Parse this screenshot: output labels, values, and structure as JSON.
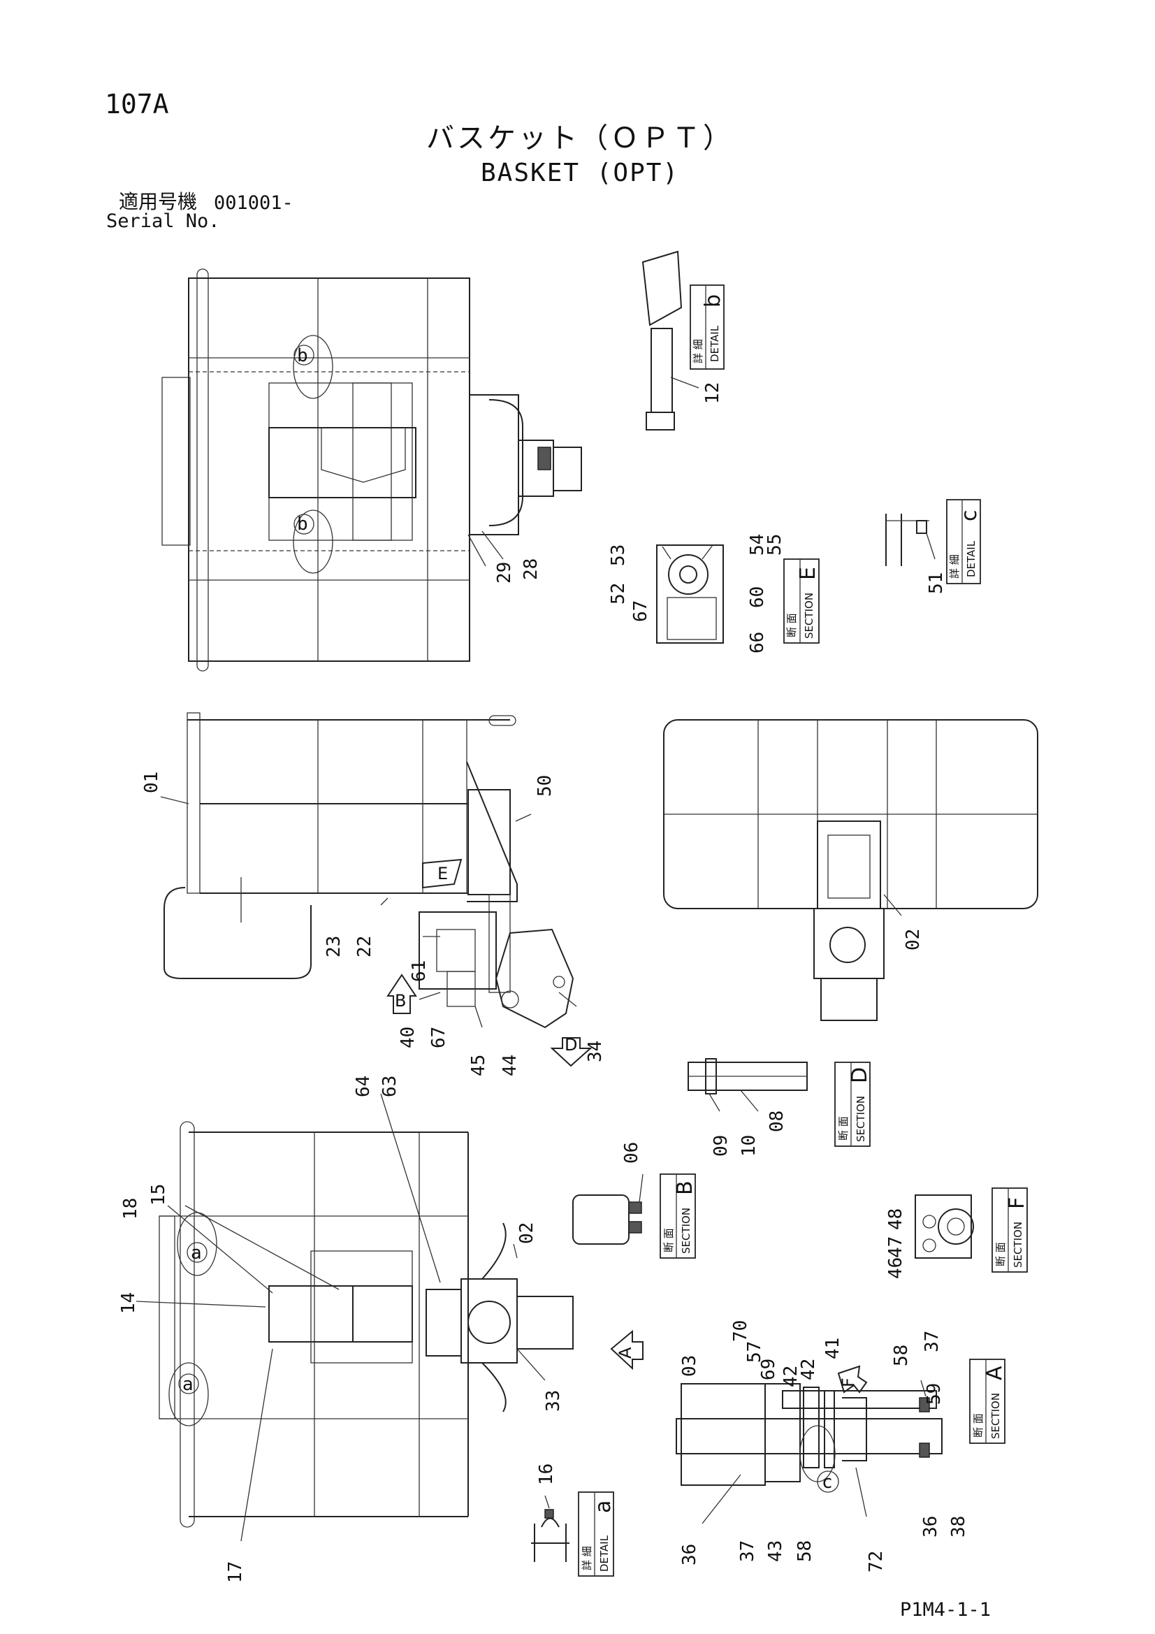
{
  "header": {
    "page_number": "107A",
    "title_jp": "バスケット（ＯＰＴ）",
    "title_en": "BASKET (OPT)",
    "serial_label_jp": "適用号機",
    "serial_value": "001001-",
    "serial_label_en": "Serial No."
  },
  "footer": {
    "code": "P1M4-1-1"
  },
  "views": {
    "detail_b": {
      "kanji": "詳 細",
      "word": "DETAIL",
      "letter": "b",
      "parts": [
        "12"
      ]
    },
    "detail_c": {
      "kanji": "詳 細",
      "word": "DETAIL",
      "letter": "c",
      "parts": [
        "51"
      ]
    },
    "detail_a": {
      "kanji": "詳 細",
      "word": "DETAIL",
      "letter": "a",
      "parts": [
        "16"
      ]
    },
    "section_e": {
      "kanji": "断 面",
      "word": "SECTION",
      "letter": "E",
      "parts": [
        "52",
        "53",
        "54",
        "55",
        "67",
        "60",
        "66"
      ]
    },
    "section_d": {
      "kanji": "断 面",
      "word": "SECTION",
      "letter": "D",
      "parts": [
        "09",
        "10",
        "08"
      ]
    },
    "section_b": {
      "kanji": "断 面",
      "word": "SECTION",
      "letter": "B",
      "parts": [
        "06"
      ]
    },
    "section_f": {
      "kanji": "断 面",
      "word": "SECTION",
      "letter": "F",
      "parts": [
        "48",
        "47",
        "46"
      ]
    },
    "section_a": {
      "kanji": "断 面",
      "word": "SECTION",
      "letter": "A",
      "parts": [
        "03",
        "70",
        "57",
        "69",
        "42",
        "42",
        "41",
        "58",
        "37",
        "59",
        "36",
        "37",
        "43",
        "58",
        "72",
        "36",
        "38"
      ]
    }
  },
  "top_view_parts": [
    "29",
    "28"
  ],
  "side_view_parts": [
    "01",
    "50",
    "23",
    "22",
    "61",
    "40",
    "67",
    "45",
    "44",
    "34"
  ],
  "front_view_parts": [
    "02"
  ],
  "plan_view_parts": [
    "18",
    "15",
    "14",
    "64",
    "63",
    "02",
    "33",
    "17"
  ],
  "view_arrows": [
    "E",
    "B",
    "D",
    "A",
    "F"
  ],
  "detail_circles": [
    "b",
    "b",
    "a",
    "a",
    "c"
  ]
}
